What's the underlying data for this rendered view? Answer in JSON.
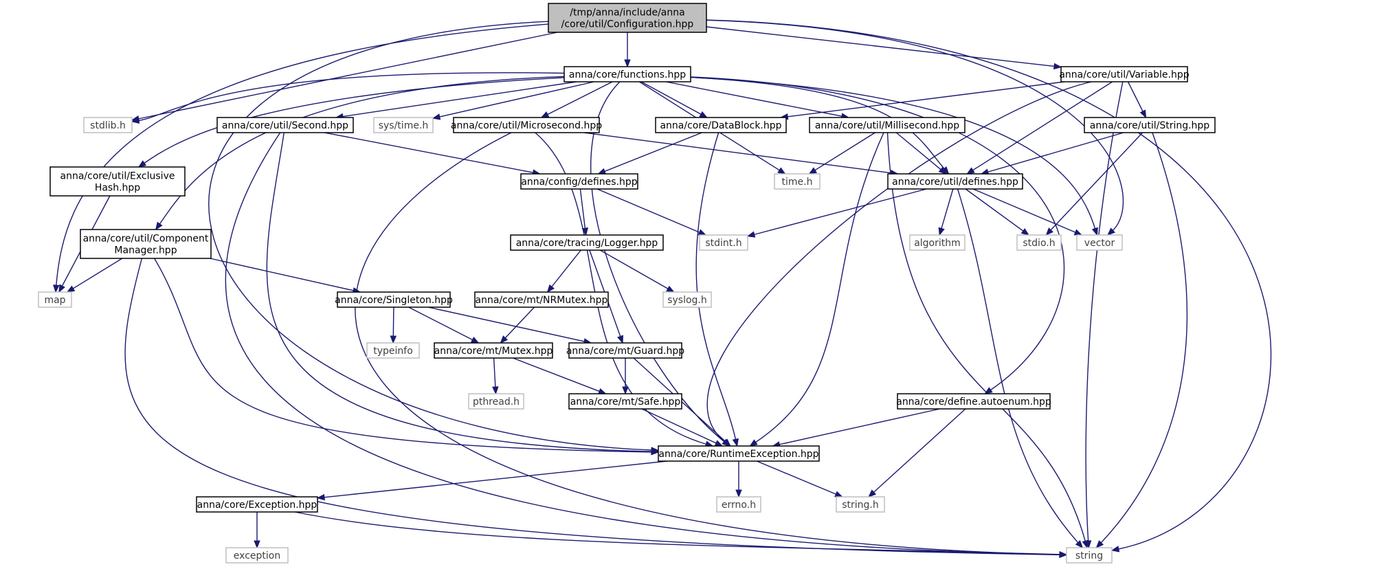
{
  "colors": {
    "edge": "#191970",
    "root_fill": "#bfbfbf",
    "project_border": "#000000",
    "system_border": "#bfbfbf"
  },
  "nodes": [
    {
      "id": "config",
      "lines": [
        "/tmp/anna/include/anna",
        "/core/util/Configuration.hpp"
      ],
      "kind": "root"
    },
    {
      "id": "functions",
      "lines": [
        "anna/core/functions.hpp"
      ],
      "kind": "project"
    },
    {
      "id": "variable",
      "lines": [
        "anna/core/util/Variable.hpp"
      ],
      "kind": "project"
    },
    {
      "id": "stdlib",
      "lines": [
        "stdlib.h"
      ],
      "kind": "system"
    },
    {
      "id": "second",
      "lines": [
        "anna/core/util/Second.hpp"
      ],
      "kind": "project"
    },
    {
      "id": "systime",
      "lines": [
        "sys/time.h"
      ],
      "kind": "system"
    },
    {
      "id": "microsecond",
      "lines": [
        "anna/core/util/Microsecond.hpp"
      ],
      "kind": "project"
    },
    {
      "id": "datablock",
      "lines": [
        "anna/core/DataBlock.hpp"
      ],
      "kind": "project"
    },
    {
      "id": "millisecond",
      "lines": [
        "anna/core/util/Millisecond.hpp"
      ],
      "kind": "project"
    },
    {
      "id": "string_hpp",
      "lines": [
        "anna/core/util/String.hpp"
      ],
      "kind": "project"
    },
    {
      "id": "exclusive",
      "lines": [
        "anna/core/util/Exclusive",
        "Hash.hpp"
      ],
      "kind": "project"
    },
    {
      "id": "config_defines",
      "lines": [
        "anna/config/defines.hpp"
      ],
      "kind": "project"
    },
    {
      "id": "timeh",
      "lines": [
        "time.h"
      ],
      "kind": "system"
    },
    {
      "id": "util_defines",
      "lines": [
        "anna/core/util/defines.hpp"
      ],
      "kind": "project"
    },
    {
      "id": "component",
      "lines": [
        "anna/core/util/Component",
        "Manager.hpp"
      ],
      "kind": "project"
    },
    {
      "id": "logger",
      "lines": [
        "anna/core/tracing/Logger.hpp"
      ],
      "kind": "project"
    },
    {
      "id": "stdint",
      "lines": [
        "stdint.h"
      ],
      "kind": "system"
    },
    {
      "id": "algorithm",
      "lines": [
        "algorithm"
      ],
      "kind": "system"
    },
    {
      "id": "stdio",
      "lines": [
        "stdio.h"
      ],
      "kind": "system"
    },
    {
      "id": "vector",
      "lines": [
        "vector"
      ],
      "kind": "system"
    },
    {
      "id": "map",
      "lines": [
        "map"
      ],
      "kind": "system"
    },
    {
      "id": "singleton",
      "lines": [
        "anna/core/Singleton.hpp"
      ],
      "kind": "project"
    },
    {
      "id": "nrmutex",
      "lines": [
        "anna/core/mt/NRMutex.hpp"
      ],
      "kind": "project"
    },
    {
      "id": "syslog",
      "lines": [
        "syslog.h"
      ],
      "kind": "system"
    },
    {
      "id": "typeinfo",
      "lines": [
        "typeinfo"
      ],
      "kind": "system"
    },
    {
      "id": "mutex",
      "lines": [
        "anna/core/mt/Mutex.hpp"
      ],
      "kind": "project"
    },
    {
      "id": "guard",
      "lines": [
        "anna/core/mt/Guard.hpp"
      ],
      "kind": "project"
    },
    {
      "id": "pthread",
      "lines": [
        "pthread.h"
      ],
      "kind": "system"
    },
    {
      "id": "safe",
      "lines": [
        "anna/core/mt/Safe.hpp"
      ],
      "kind": "project"
    },
    {
      "id": "autoenum",
      "lines": [
        "anna/core/define.autoenum.hpp"
      ],
      "kind": "project"
    },
    {
      "id": "runtime",
      "lines": [
        "anna/core/RuntimeException.hpp"
      ],
      "kind": "project"
    },
    {
      "id": "exception_hpp",
      "lines": [
        "anna/core/Exception.hpp"
      ],
      "kind": "project"
    },
    {
      "id": "errno",
      "lines": [
        "errno.h"
      ],
      "kind": "system"
    },
    {
      "id": "stringh",
      "lines": [
        "string.h"
      ],
      "kind": "system"
    },
    {
      "id": "exception",
      "lines": [
        "exception"
      ],
      "kind": "system"
    },
    {
      "id": "string",
      "lines": [
        "string"
      ],
      "kind": "system"
    }
  ],
  "edges": [
    [
      "config",
      "functions"
    ],
    [
      "config",
      "variable"
    ],
    [
      "config",
      "stdlib"
    ],
    [
      "config",
      "map"
    ],
    [
      "config",
      "runtime"
    ],
    [
      "config",
      "string"
    ],
    [
      "config",
      "vector"
    ],
    [
      "functions",
      "stdlib"
    ],
    [
      "functions",
      "second"
    ],
    [
      "functions",
      "systime"
    ],
    [
      "functions",
      "microsecond"
    ],
    [
      "functions",
      "datablock"
    ],
    [
      "functions",
      "millisecond"
    ],
    [
      "functions",
      "exclusive"
    ],
    [
      "functions",
      "component"
    ],
    [
      "functions",
      "timeh"
    ],
    [
      "functions",
      "util_defines"
    ],
    [
      "functions",
      "vector"
    ],
    [
      "functions",
      "runtime"
    ],
    [
      "functions",
      "autoenum"
    ],
    [
      "variable",
      "datablock"
    ],
    [
      "variable",
      "util_defines"
    ],
    [
      "variable",
      "string_hpp"
    ],
    [
      "variable",
      "runtime"
    ],
    [
      "variable",
      "string"
    ],
    [
      "second",
      "config_defines"
    ],
    [
      "second",
      "runtime"
    ],
    [
      "second",
      "string"
    ],
    [
      "microsecond",
      "util_defines"
    ],
    [
      "microsecond",
      "runtime"
    ],
    [
      "microsecond",
      "string"
    ],
    [
      "datablock",
      "config_defines"
    ],
    [
      "datablock",
      "runtime"
    ],
    [
      "millisecond",
      "timeh"
    ],
    [
      "millisecond",
      "util_defines"
    ],
    [
      "millisecond",
      "runtime"
    ],
    [
      "millisecond",
      "string"
    ],
    [
      "string_hpp",
      "util_defines"
    ],
    [
      "string_hpp",
      "stdio"
    ],
    [
      "string_hpp",
      "string"
    ],
    [
      "exclusive",
      "map"
    ],
    [
      "config_defines",
      "logger"
    ],
    [
      "config_defines",
      "stdint"
    ],
    [
      "util_defines",
      "stdint"
    ],
    [
      "util_defines",
      "algorithm"
    ],
    [
      "util_defines",
      "stdio"
    ],
    [
      "util_defines",
      "vector"
    ],
    [
      "util_defines",
      "string"
    ],
    [
      "component",
      "map"
    ],
    [
      "component",
      "singleton"
    ],
    [
      "component",
      "runtime"
    ],
    [
      "component",
      "string"
    ],
    [
      "logger",
      "nrmutex"
    ],
    [
      "logger",
      "syslog"
    ],
    [
      "logger",
      "guard"
    ],
    [
      "singleton",
      "typeinfo"
    ],
    [
      "singleton",
      "mutex"
    ],
    [
      "singleton",
      "guard"
    ],
    [
      "nrmutex",
      "mutex"
    ],
    [
      "mutex",
      "pthread"
    ],
    [
      "mutex",
      "safe"
    ],
    [
      "guard",
      "safe"
    ],
    [
      "guard",
      "runtime"
    ],
    [
      "safe",
      "runtime"
    ],
    [
      "autoenum",
      "runtime"
    ],
    [
      "autoenum",
      "stringh"
    ],
    [
      "runtime",
      "exception_hpp"
    ],
    [
      "runtime",
      "errno"
    ],
    [
      "runtime",
      "stringh"
    ],
    [
      "exception_hpp",
      "exception"
    ],
    [
      "exception_hpp",
      "string"
    ]
  ]
}
